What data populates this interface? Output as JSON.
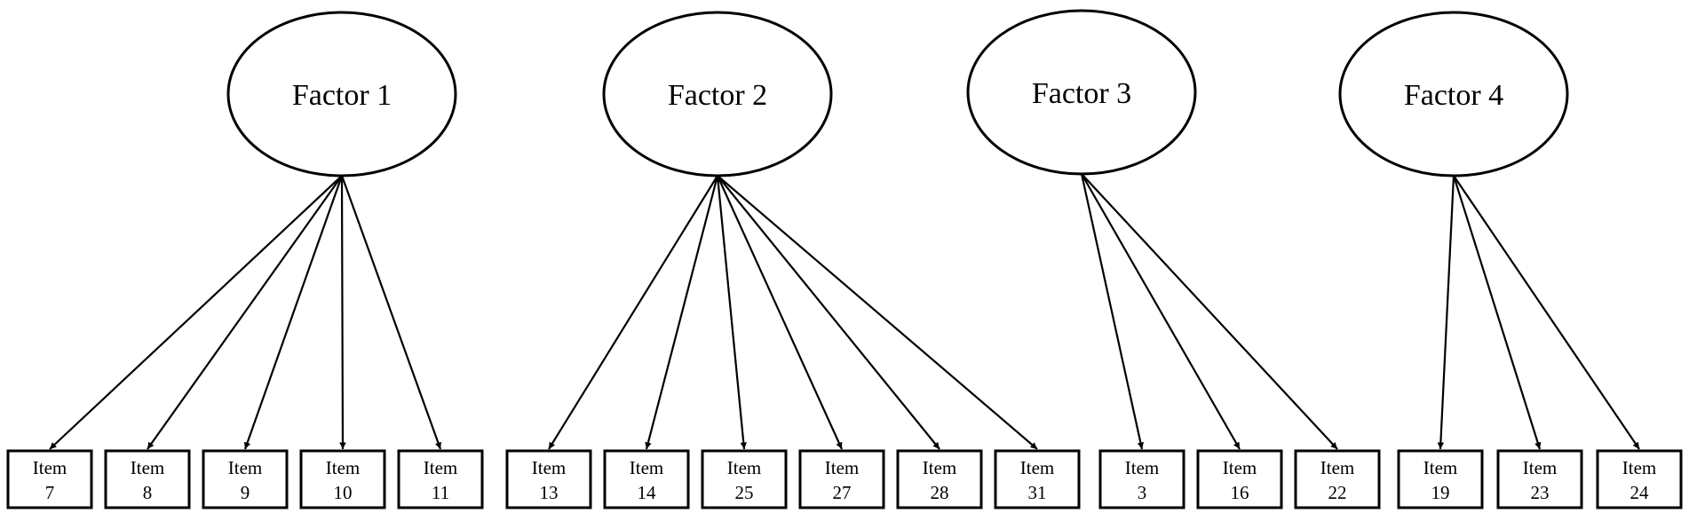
{
  "factors": [
    {
      "label": "Factor  1",
      "items": [
        {
          "word": "Item",
          "number": "7"
        },
        {
          "word": "Item",
          "number": "8"
        },
        {
          "word": "Item",
          "number": "9"
        },
        {
          "word": "Item",
          "number": "10"
        },
        {
          "word": "Item",
          "number": "11"
        }
      ]
    },
    {
      "label": "Factor  2",
      "items": [
        {
          "word": "Item",
          "number": "13"
        },
        {
          "word": "Item",
          "number": "14"
        },
        {
          "word": "Item",
          "number": "25"
        },
        {
          "word": "Item",
          "number": "27"
        },
        {
          "word": "Item",
          "number": "28"
        },
        {
          "word": "Item",
          "number": "31"
        }
      ]
    },
    {
      "label": "Factor  3",
      "items": [
        {
          "word": "Item",
          "number": "3"
        },
        {
          "word": "Item",
          "number": "16"
        },
        {
          "word": "Item",
          "number": "22"
        }
      ]
    },
    {
      "label": "Factor  4",
      "items": [
        {
          "word": "Item",
          "number": "19"
        },
        {
          "word": "Item",
          "number": "23"
        },
        {
          "word": "Item",
          "number": "24"
        }
      ]
    }
  ],
  "colors": {
    "stroke": "#000000",
    "background": "#ffffff"
  }
}
